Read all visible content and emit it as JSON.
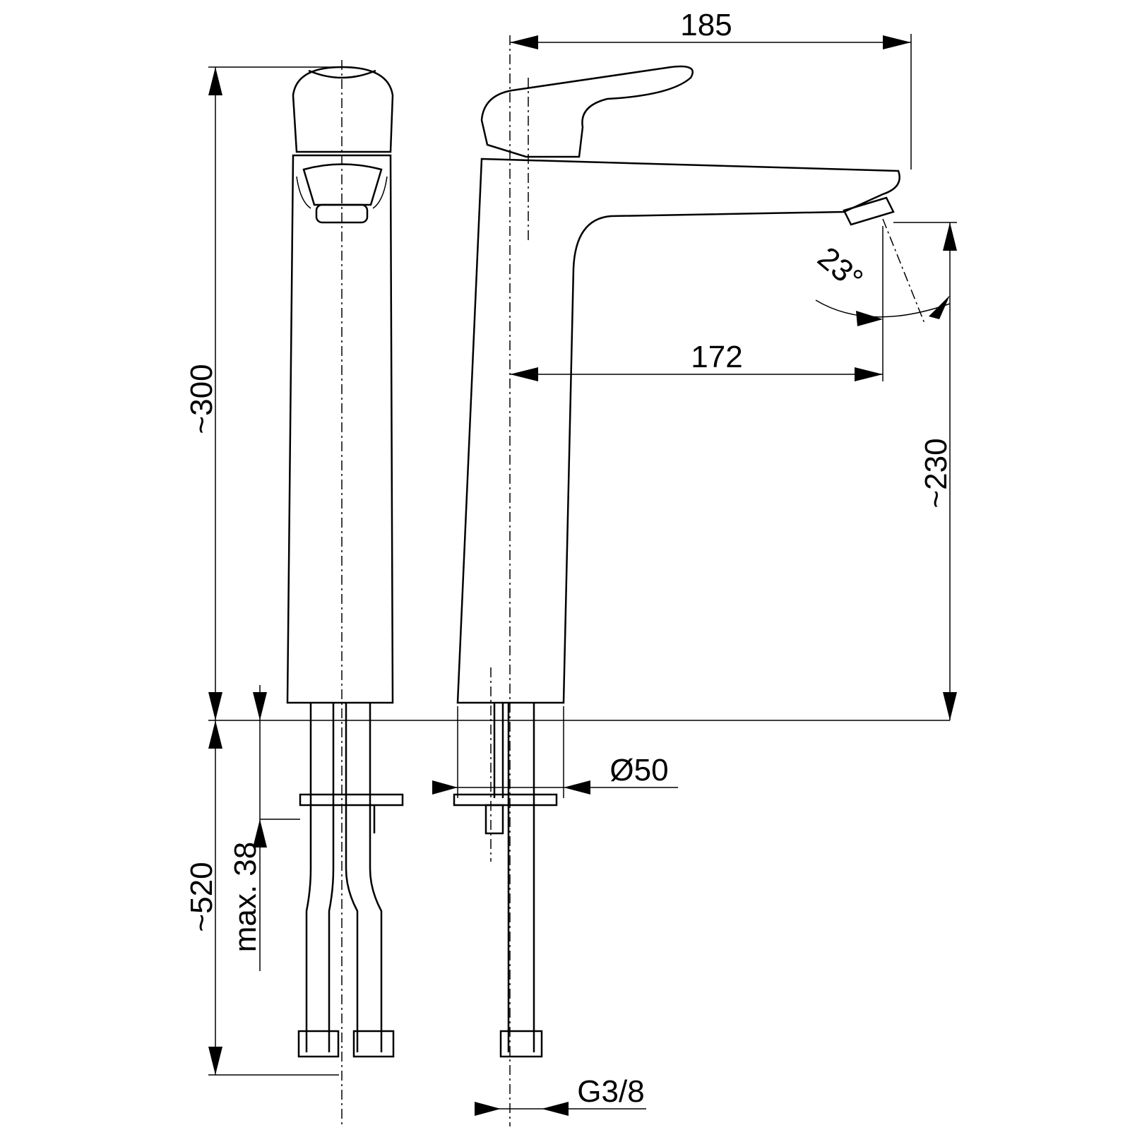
{
  "title": "Tall basin mixer technical drawing",
  "dimensions": {
    "overall_spout_reach": "185",
    "spout_outlet_reach": "172",
    "total_height": "~300",
    "outlet_height": "~230",
    "outlet_angle": "23°",
    "base_diameter": "Ø50",
    "hose_length": "~520",
    "max_deck_thickness": "max. 38",
    "connection_thread": "G3/8"
  },
  "colors": {
    "line": "#000000",
    "background": "#ffffff"
  }
}
